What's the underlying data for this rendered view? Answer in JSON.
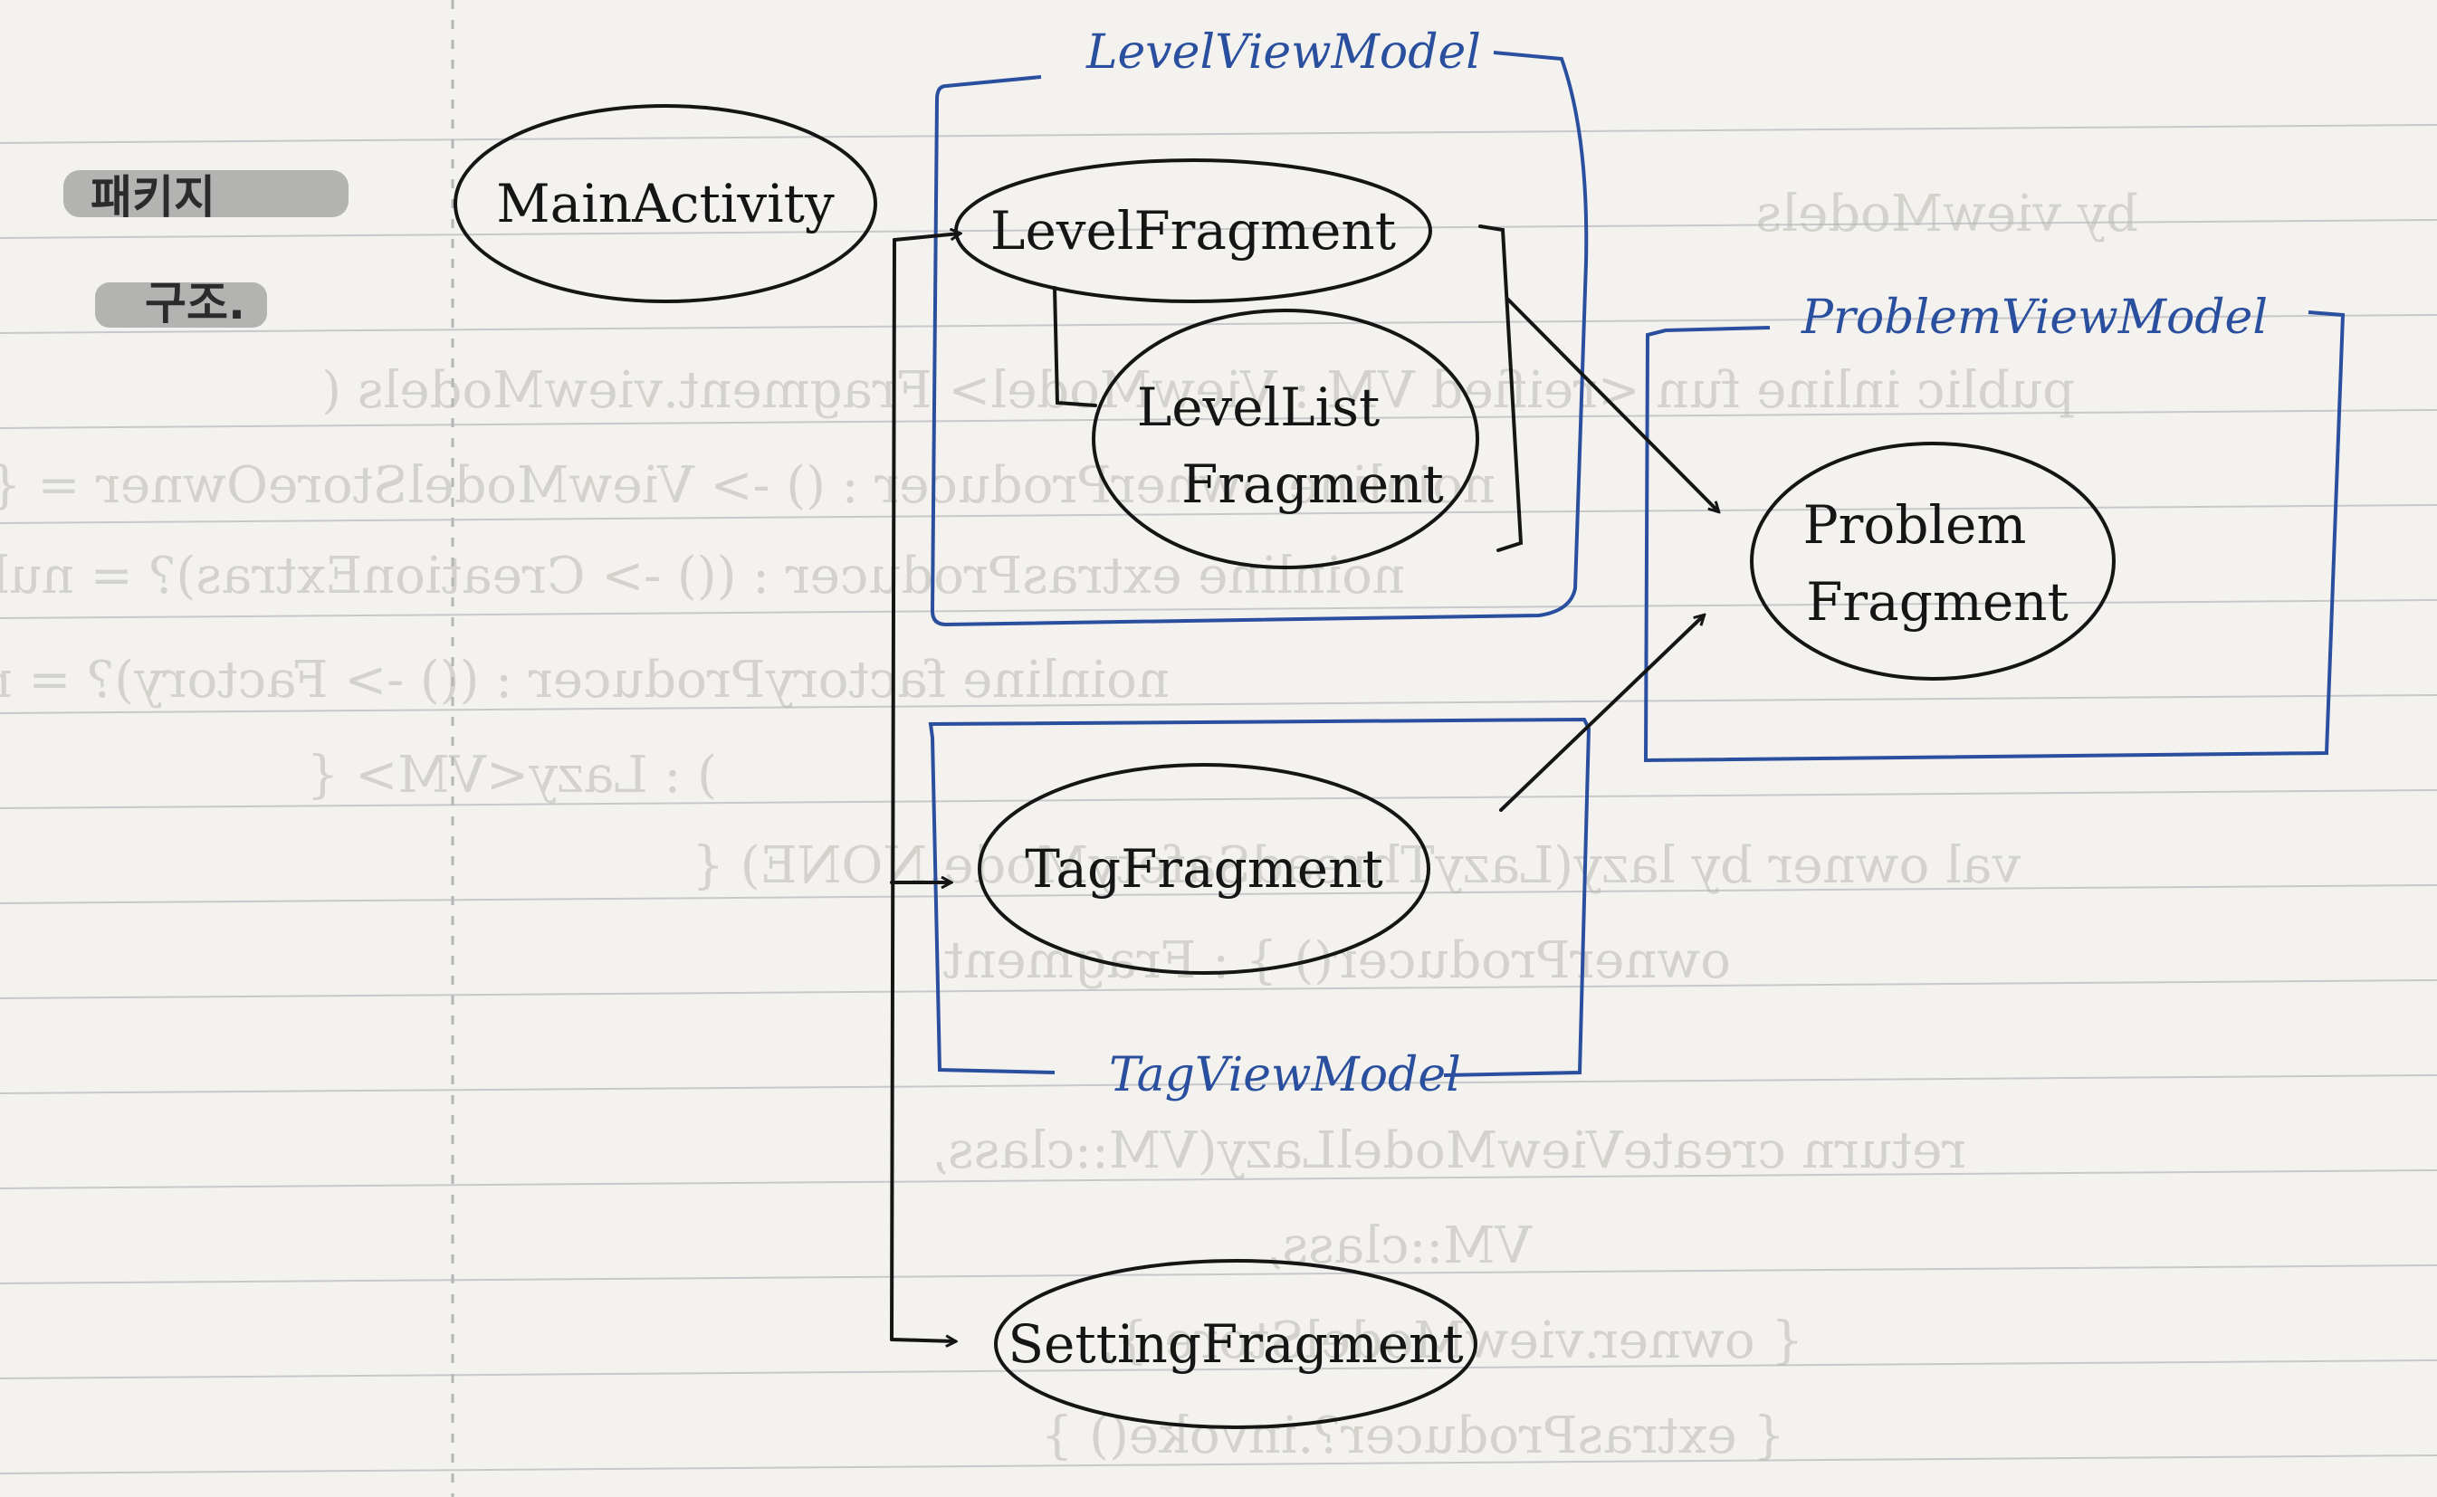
{
  "side_note": [
    "패키지",
    "구조."
  ],
  "nodes": {
    "main_activity": "MainActivity",
    "level_fragment": "LevelFragment",
    "level_list_fragment": [
      "LevelList",
      "Fragment"
    ],
    "problem_fragment": [
      "Problem",
      "Fragment"
    ],
    "tag_fragment": "TagFragment",
    "setting_fragment": "SettingFragment"
  },
  "groups": {
    "level_view_model": "LevelViewModel",
    "problem_view_model": "ProblemViewModel",
    "tag_view_model": "TagViewModel"
  },
  "colors": {
    "paper": "#f3f2ee",
    "rule_line": "#c7c8cc",
    "ink": "#151515",
    "blue_ink": "#2a4f9e",
    "margin_line": "#b5b5b5",
    "highlight": "#9d9d9d"
  },
  "background_ghost_text": [
    "by viewModels",
    "public inline fun <reified VM : ViewModel> Fragment.viewModels (",
    "noinline ownerProducer : () -> ViewModelStoreOwner = { this },",
    "noinline extrasProducer : (() -> CreationExtras)? = null,",
    "noinline factoryProducer : (() -> Factory)? = null",
    ") : Lazy<VM> {",
    "val owner by lazy(LazyThreadSafetyMode.NONE) {",
    "ownerProducer() } : Fragment",
    "return createViewModelLazy(VM::class,",
    "VM::class,",
    "{ owner.viewModelStore },",
    "{ extrasProducer?.invoke() }"
  ]
}
